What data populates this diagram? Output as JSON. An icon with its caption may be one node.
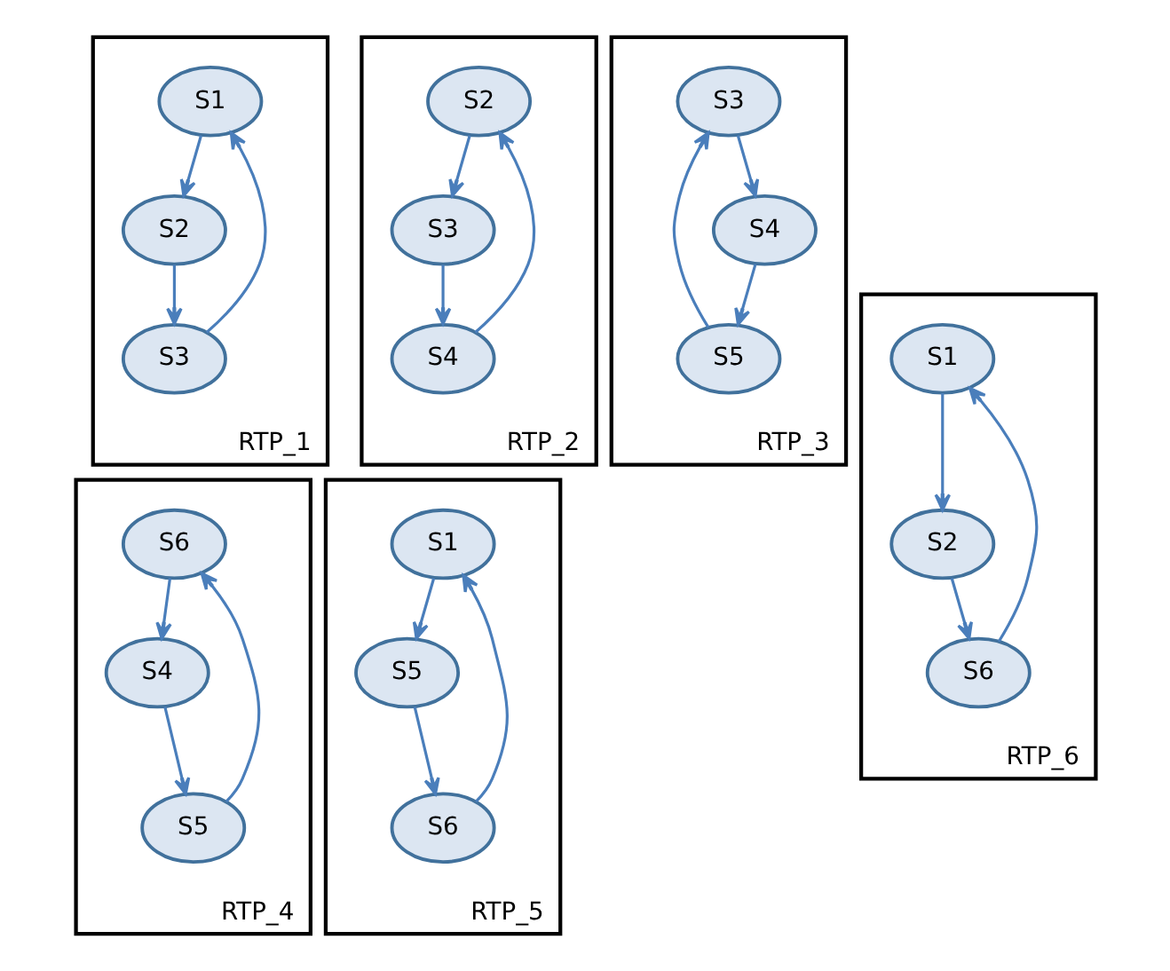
{
  "diagram": {
    "nodes": [
      {
        "text": [
          "RTP_1"
        ]
      },
      {
        "text": [
          "S1"
        ],
        "in": 0
      },
      {
        "text": [
          "S2"
        ],
        "in": 0
      },
      {
        "text": [
          "S3"
        ],
        "in": 0
      },
      {
        "text": [
          "RTP_2"
        ]
      },
      {
        "text": [
          "S2"
        ],
        "in": 4
      },
      {
        "text": [
          "S3"
        ],
        "in": 4
      },
      {
        "text": [
          "S4"
        ],
        "in": 4
      },
      {
        "text": [
          "RTP_3"
        ]
      },
      {
        "text": [
          "S3"
        ],
        "in": 8
      },
      {
        "text": [
          "S5"
        ],
        "in": 8
      },
      {
        "text": [
          "S4"
        ],
        "in": 8
      },
      {
        "text": [
          "RTP_4"
        ]
      },
      {
        "text": [
          "S6"
        ],
        "in": 12
      },
      {
        "text": [
          "S5"
        ],
        "in": 12
      },
      {
        "text": [
          "S4"
        ],
        "in": 12
      },
      {
        "text": [
          "RTP_5"
        ]
      },
      {
        "text": [
          "S1"
        ],
        "in": 16
      },
      {
        "text": [
          "S6"
        ],
        "in": 16
      },
      {
        "text": [
          "S5"
        ],
        "in": 16
      },
      {
        "text": [
          "RTP_6"
        ]
      },
      {
        "text": [
          "S1"
        ],
        "in": 20
      },
      {
        "text": [
          "S2"
        ],
        "in": 20
      },
      {
        "text": [
          "S6"
        ],
        "in": 20
      }
    ],
    "edges": [
      {
        "from": 1,
        "to": 2,
        "arrow": "to"
      },
      {
        "from": 2,
        "to": 3,
        "arrow": "to"
      },
      {
        "from": 3,
        "to": 1,
        "arrow": "to"
      },
      {
        "from": 5,
        "to": 6,
        "arrow": "to"
      },
      {
        "from": 6,
        "to": 7,
        "arrow": "to"
      },
      {
        "from": 7,
        "to": 5,
        "arrow": "to"
      },
      {
        "from": 10,
        "to": 9,
        "arrow": "to"
      },
      {
        "from": 9,
        "to": 11,
        "arrow": "to"
      },
      {
        "from": 11,
        "to": 10,
        "arrow": "to"
      },
      {
        "from": 13,
        "to": 15,
        "arrow": "to"
      },
      {
        "from": 15,
        "to": 14,
        "arrow": "to"
      },
      {
        "from": 14,
        "to": 13,
        "arrow": "to"
      },
      {
        "from": 17,
        "to": 19,
        "arrow": "to"
      },
      {
        "from": 19,
        "to": 18,
        "arrow": "to"
      },
      {
        "from": 18,
        "to": 17,
        "arrow": "to"
      },
      {
        "from": 21,
        "to": 22,
        "arrow": "to"
      },
      {
        "from": 22,
        "to": 23,
        "arrow": "to"
      },
      {
        "from": 23,
        "to": 21,
        "arrow": "to"
      }
    ]
  }
}
